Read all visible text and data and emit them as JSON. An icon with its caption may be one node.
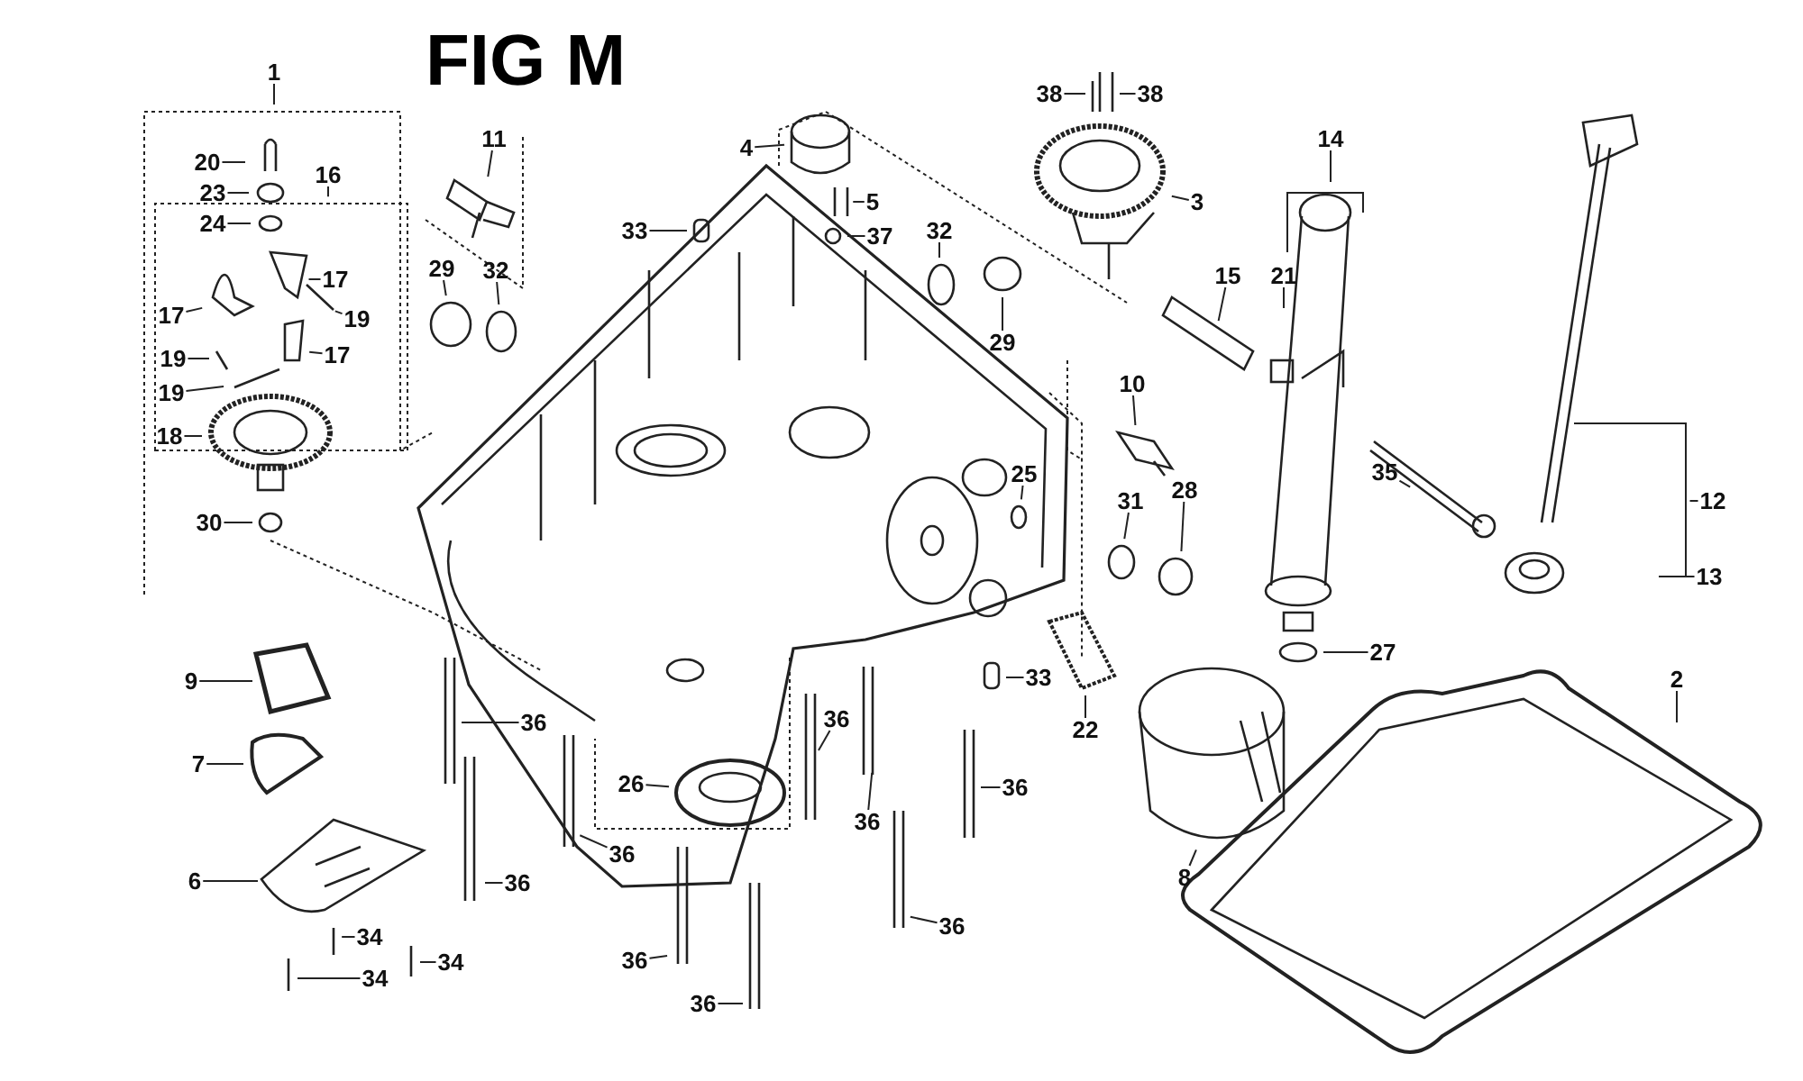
{
  "diagram": {
    "title": "FIG M",
    "nodes": [
      {
        "text": [
          "1"
        ]
      },
      {
        "text": [
          "20"
        ]
      },
      {
        "text": [
          "23"
        ]
      },
      {
        "text": [
          "24"
        ]
      },
      {
        "text": [
          "16"
        ]
      },
      {
        "text": [
          "17"
        ]
      },
      {
        "text": [
          "17"
        ]
      },
      {
        "text": [
          "19"
        ]
      },
      {
        "text": [
          "19"
        ]
      },
      {
        "text": [
          "17"
        ]
      },
      {
        "text": [
          "19"
        ]
      },
      {
        "text": [
          "18"
        ]
      },
      {
        "text": [
          "30"
        ]
      },
      {
        "text": [
          "11"
        ]
      },
      {
        "text": [
          "29"
        ]
      },
      {
        "text": [
          "32"
        ]
      },
      {
        "text": [
          "4"
        ]
      },
      {
        "text": [
          "5"
        ]
      },
      {
        "text": [
          "33"
        ]
      },
      {
        "text": [
          "37"
        ]
      },
      {
        "text": [
          "32"
        ]
      },
      {
        "text": [
          "29"
        ]
      },
      {
        "text": [
          "38"
        ]
      },
      {
        "text": [
          "38"
        ]
      },
      {
        "text": [
          "3"
        ]
      },
      {
        "text": [
          "14"
        ]
      },
      {
        "text": [
          "15"
        ]
      },
      {
        "text": [
          "21"
        ]
      },
      {
        "text": [
          "10"
        ]
      },
      {
        "text": [
          "35"
        ]
      },
      {
        "text": [
          "12"
        ]
      },
      {
        "text": [
          "13"
        ]
      },
      {
        "text": [
          "31"
        ]
      },
      {
        "text": [
          "28"
        ]
      },
      {
        "text": [
          "25"
        ]
      },
      {
        "text": [
          "27"
        ]
      },
      {
        "text": [
          "33"
        ]
      },
      {
        "text": [
          "22"
        ]
      },
      {
        "text": [
          "2"
        ]
      },
      {
        "text": [
          "8"
        ]
      },
      {
        "text": [
          "9"
        ]
      },
      {
        "text": [
          "7"
        ]
      },
      {
        "text": [
          "6"
        ]
      },
      {
        "text": [
          "34"
        ]
      },
      {
        "text": [
          "34"
        ]
      },
      {
        "text": [
          "34"
        ]
      },
      {
        "text": [
          "36"
        ]
      },
      {
        "text": [
          "36"
        ]
      },
      {
        "text": [
          "36"
        ]
      },
      {
        "text": [
          "26"
        ]
      },
      {
        "text": [
          "36"
        ]
      },
      {
        "text": [
          "36"
        ]
      },
      {
        "text": [
          "36"
        ]
      },
      {
        "text": [
          "36"
        ]
      },
      {
        "text": [
          "36"
        ]
      },
      {
        "text": [
          "36"
        ]
      }
    ],
    "edges": [
      {
        "from": 0,
        "to": null,
        "arrow": "none"
      },
      {
        "from": 1,
        "to": null,
        "arrow": "none"
      },
      {
        "from": 2,
        "to": null,
        "arrow": "none"
      },
      {
        "from": 3,
        "to": null,
        "arrow": "none"
      },
      {
        "from": 4,
        "to": null,
        "arrow": "none"
      },
      {
        "from": 5,
        "to": null,
        "arrow": "none"
      },
      {
        "from": 6,
        "to": null,
        "arrow": "none"
      },
      {
        "from": 7,
        "to": null,
        "arrow": "none"
      },
      {
        "from": 8,
        "to": null,
        "arrow": "none"
      },
      {
        "from": 9,
        "to": null,
        "arrow": "none"
      },
      {
        "from": 10,
        "to": null,
        "arrow": "none"
      },
      {
        "from": 11,
        "to": null,
        "arrow": "none"
      },
      {
        "from": 12,
        "to": null,
        "arrow": "none"
      },
      {
        "from": 13,
        "to": null,
        "arrow": "none"
      },
      {
        "from": 14,
        "to": null,
        "arrow": "none"
      },
      {
        "from": 15,
        "to": null,
        "arrow": "none"
      },
      {
        "from": 16,
        "to": null,
        "arrow": "none"
      },
      {
        "from": 17,
        "to": null,
        "arrow": "none"
      },
      {
        "from": 18,
        "to": null,
        "arrow": "none"
      },
      {
        "from": 19,
        "to": null,
        "arrow": "none"
      },
      {
        "from": 20,
        "to": null,
        "arrow": "none"
      },
      {
        "from": 21,
        "to": null,
        "arrow": "none"
      },
      {
        "from": 22,
        "to": null,
        "arrow": "none"
      },
      {
        "from": 23,
        "to": null,
        "arrow": "none"
      },
      {
        "from": 24,
        "to": null,
        "arrow": "none"
      },
      {
        "from": 25,
        "to": null,
        "arrow": "none"
      },
      {
        "from": 26,
        "to": null,
        "arrow": "none"
      },
      {
        "from": 27,
        "to": null,
        "arrow": "none"
      },
      {
        "from": 28,
        "to": null,
        "arrow": "none"
      },
      {
        "from": 29,
        "to": null,
        "arrow": "none"
      },
      {
        "from": 30,
        "to": null,
        "arrow": "none"
      },
      {
        "from": 31,
        "to": null,
        "arrow": "none"
      },
      {
        "from": 32,
        "to": null,
        "arrow": "none"
      },
      {
        "from": 33,
        "to": null,
        "arrow": "none"
      },
      {
        "from": 34,
        "to": null,
        "arrow": "none"
      },
      {
        "from": 35,
        "to": null,
        "arrow": "none"
      },
      {
        "from": 36,
        "to": null,
        "arrow": "none"
      },
      {
        "from": 37,
        "to": null,
        "arrow": "none"
      },
      {
        "from": 38,
        "to": null,
        "arrow": "none"
      },
      {
        "from": 39,
        "to": null,
        "arrow": "none"
      },
      {
        "from": 40,
        "to": null,
        "arrow": "none"
      },
      {
        "from": 41,
        "to": null,
        "arrow": "none"
      },
      {
        "from": 42,
        "to": null,
        "arrow": "none"
      },
      {
        "from": 43,
        "to": null,
        "arrow": "none"
      },
      {
        "from": 44,
        "to": null,
        "arrow": "none"
      },
      {
        "from": 45,
        "to": null,
        "arrow": "none"
      },
      {
        "from": 46,
        "to": null,
        "arrow": "none"
      },
      {
        "from": 47,
        "to": null,
        "arrow": "none"
      },
      {
        "from": 48,
        "to": null,
        "arrow": "none"
      },
      {
        "from": 49,
        "to": null,
        "arrow": "none"
      },
      {
        "from": 50,
        "to": null,
        "arrow": "none"
      },
      {
        "from": 51,
        "to": null,
        "arrow": "none"
      },
      {
        "from": 52,
        "to": null,
        "arrow": "none"
      },
      {
        "from": 53,
        "to": null,
        "arrow": "none"
      },
      {
        "from": 54,
        "to": null,
        "arrow": "none"
      },
      {
        "from": 55,
        "to": null,
        "arrow": "none"
      }
    ]
  }
}
